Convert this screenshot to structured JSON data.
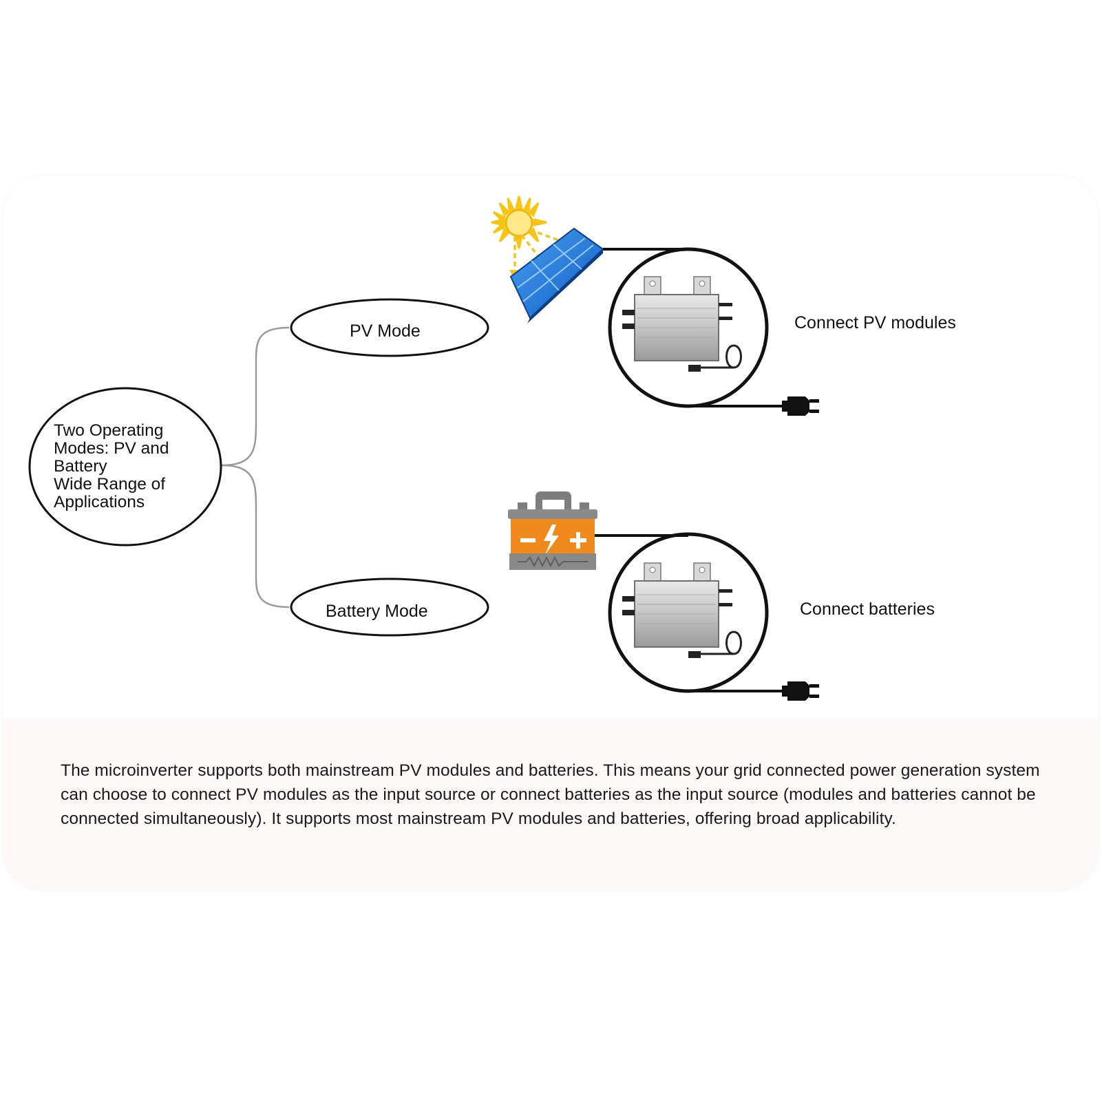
{
  "diagram": {
    "root_node": {
      "lines": [
        "Two Operating",
        "Modes: PV and",
        "Battery",
        "Wide Range of",
        "Applications"
      ]
    },
    "branches": [
      {
        "mode_label": "PV Mode",
        "device_label": "Connect PV modules",
        "source_icon": "solar-panel-icon"
      },
      {
        "mode_label": "Battery Mode",
        "device_label": "Connect batteries",
        "source_icon": "battery-icon"
      }
    ]
  },
  "description": "The microinverter supports both mainstream PV modules and batteries. This means your grid connected power generation system can choose to connect PV modules as the input source or connect batteries as the input source (modules and batteries cannot be connected simultaneously). It supports most mainstream PV modules and batteries, offering broad applicability.",
  "colors": {
    "sun": "#f7c414",
    "solar_panel": "#1a6fd6",
    "battery_body": "#f08a1c",
    "battery_top": "#7d7d7d",
    "inverter": "#c9c9c9",
    "description_band": "#fdf7f6"
  }
}
